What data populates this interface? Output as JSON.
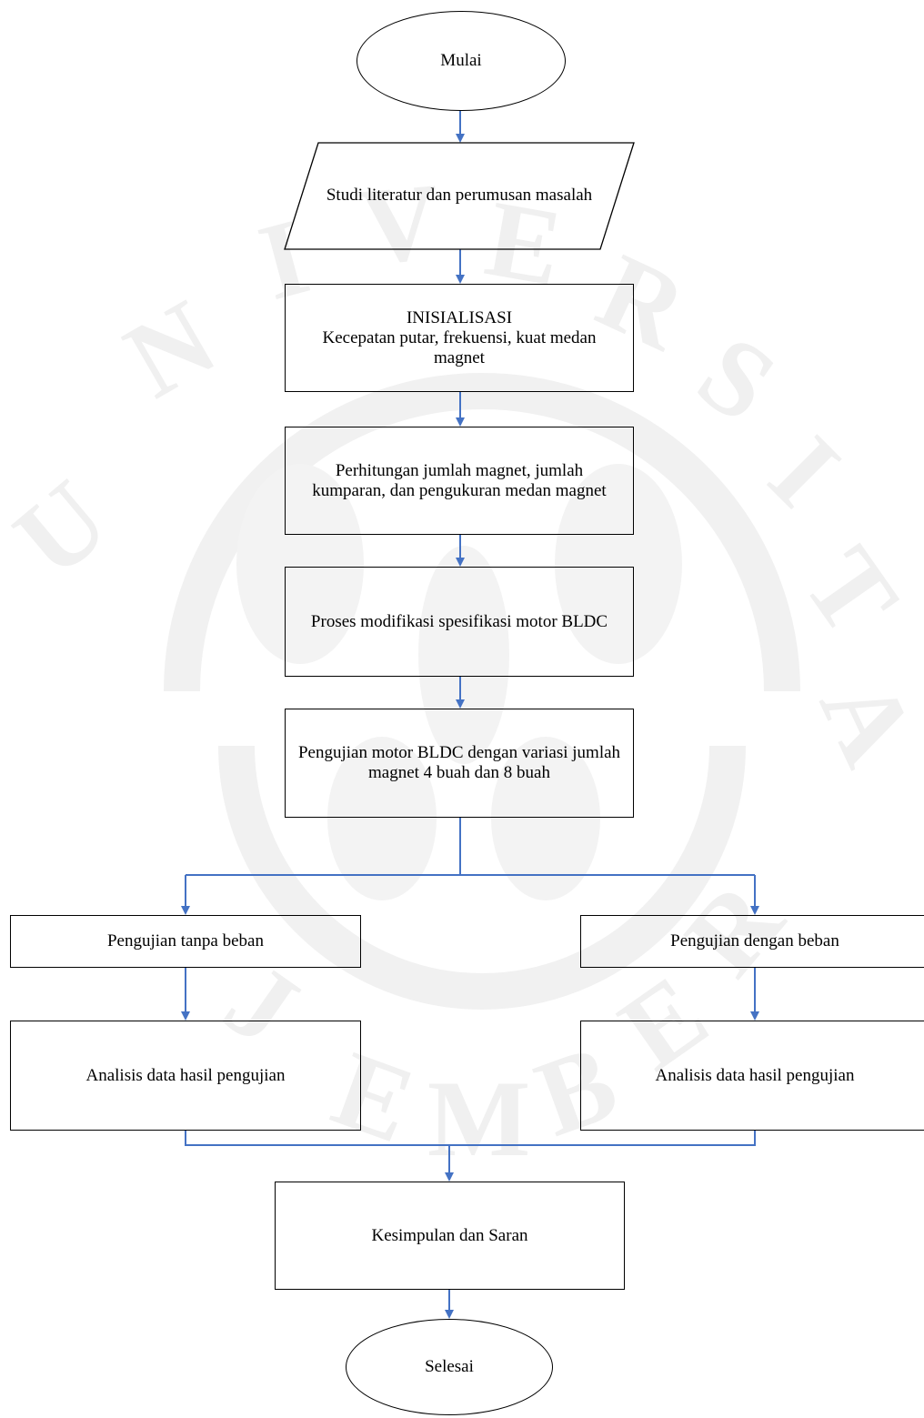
{
  "colors": {
    "connector": "#4472c4",
    "stroke": "#000000",
    "watermark": "#f2f2f2"
  },
  "flowchart": {
    "start": "Mulai",
    "literature": "Studi literatur dan perumusan masalah",
    "init": {
      "title": "INISIALISASI",
      "line1": "Kecepatan putar, frekuensi, kuat medan",
      "line2": "magnet"
    },
    "calc": {
      "line1": "Perhitungan jumlah magnet, jumlah",
      "line2": "kumparan, dan pengukuran medan magnet"
    },
    "modify": "Proses modifikasi spesifikasi motor BLDC",
    "test": {
      "line1": "Pengujian motor BLDC dengan variasi jumlah",
      "line2": "magnet 4 buah dan 8 buah"
    },
    "no_load": "Pengujian tanpa beban",
    "with_load": "Pengujian dengan beban",
    "analysis_left": "Analisis data hasil pengujian",
    "analysis_right": "Analisis data hasil pengujian",
    "conclusion": "Kesimpulan dan Saran",
    "end": "Selesai"
  }
}
